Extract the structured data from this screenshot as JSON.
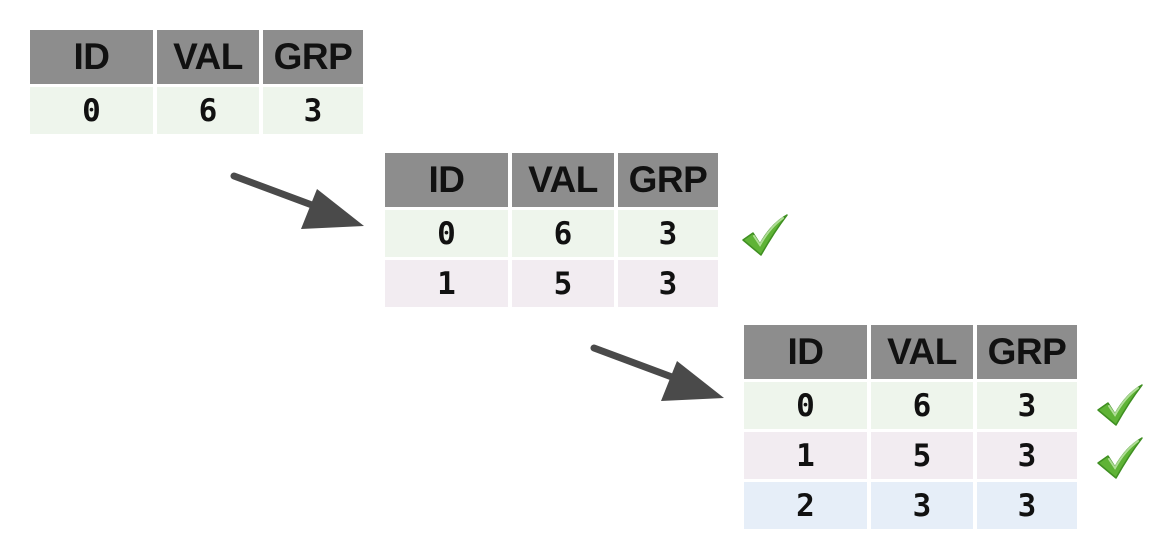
{
  "columns": [
    "ID",
    "VAL",
    "GRP"
  ],
  "colors": {
    "header": "#8d8d8d",
    "row_0": "#eef5ec",
    "row_1": "#f2ecf1",
    "row_2": "#e6eef8",
    "arrow": "#4a4a4a",
    "check": "#5fb336"
  },
  "tables": [
    {
      "rows": [
        {
          "id": "0",
          "val": "6",
          "grp": "3"
        }
      ]
    },
    {
      "rows": [
        {
          "id": "0",
          "val": "6",
          "grp": "3",
          "checked": true
        },
        {
          "id": "1",
          "val": "5",
          "grp": "3"
        }
      ]
    },
    {
      "rows": [
        {
          "id": "0",
          "val": "6",
          "grp": "3",
          "checked": true
        },
        {
          "id": "1",
          "val": "5",
          "grp": "3",
          "checked": true
        },
        {
          "id": "2",
          "val": "3",
          "grp": "3"
        }
      ]
    }
  ],
  "icons": {
    "arrow": "arrow-down-right-icon",
    "check": "check-mark-icon"
  }
}
